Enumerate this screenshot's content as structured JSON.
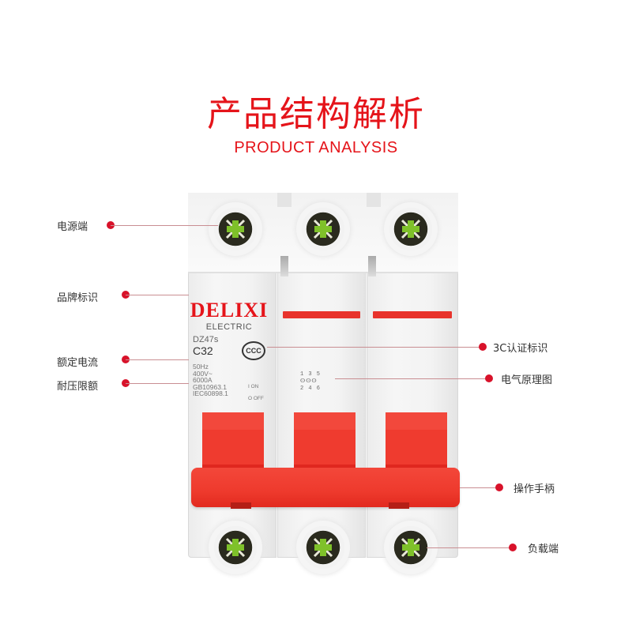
{
  "header": {
    "title_cn": "产品结构解析",
    "title_en": "PRODUCT ANALYSIS",
    "accent_color": "#e5141a"
  },
  "product": {
    "brand": "DELIXI",
    "brand_sub": "ELECTRIC",
    "model": "DZ47s",
    "rating": "C32",
    "specs": [
      "50Hz",
      "400V~",
      "6000A",
      "GB10963.1",
      "IEC60898.1"
    ],
    "switch_states": [
      "I ON",
      "O OFF"
    ],
    "cert_mark": "CCC",
    "schematic_top": "1 3 5",
    "schematic_bottom": "2 4 6",
    "poles": 3,
    "handle_color": "#ee3a2d",
    "screw_accent": "#7fc12a"
  },
  "callouts": {
    "left": [
      {
        "label": "电源端"
      },
      {
        "label": "品牌标识"
      },
      {
        "label": "额定电流"
      },
      {
        "label": "耐压限额"
      }
    ],
    "right": [
      {
        "label": "3C认证标识"
      },
      {
        "label": "电气原理图"
      },
      {
        "label": "操作手柄"
      },
      {
        "label": "负载端"
      }
    ],
    "dot_color": "#d8122a"
  }
}
